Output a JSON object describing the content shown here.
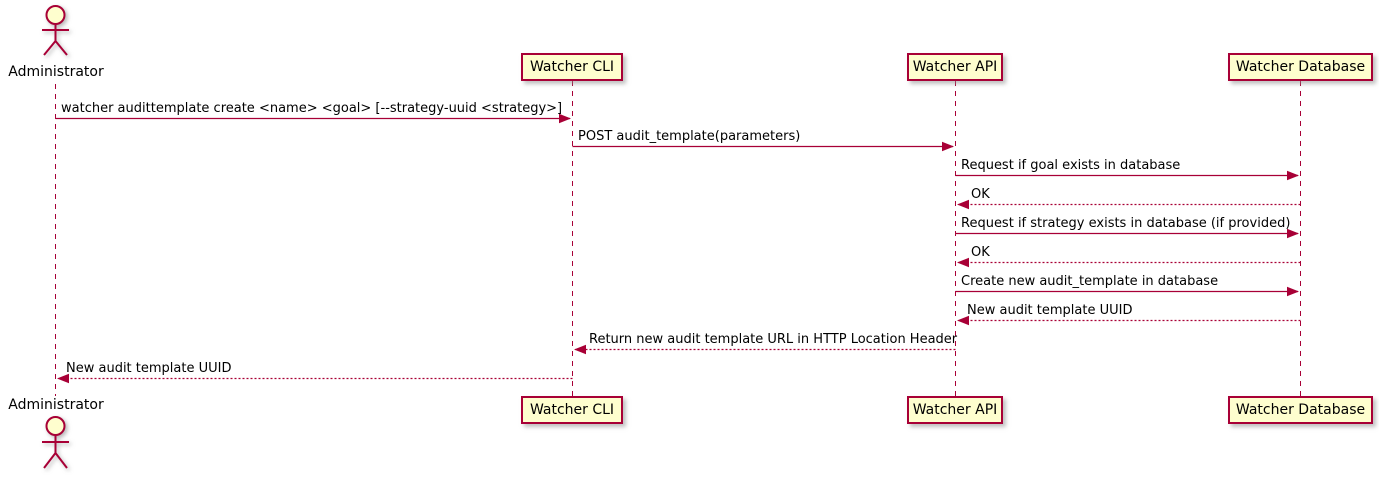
{
  "diagram": {
    "type": "uml-sequence",
    "colors": {
      "stroke": "#A80036",
      "participant_fill": "#FEFECE",
      "text": "#000000",
      "background": "#FFFFFF"
    },
    "actor": {
      "name": "Administrator"
    },
    "participants": [
      {
        "label": "Watcher CLI"
      },
      {
        "label": "Watcher API"
      },
      {
        "label": "Watcher Database"
      }
    ],
    "messages": [
      {
        "from": "Administrator",
        "to": "Watcher CLI",
        "style": "solid",
        "text": "watcher audittemplate create <name> <goal> [--strategy-uuid <strategy>]"
      },
      {
        "from": "Watcher CLI",
        "to": "Watcher API",
        "style": "solid",
        "text": "POST audit_template(parameters)"
      },
      {
        "from": "Watcher API",
        "to": "Watcher Database",
        "style": "solid",
        "text": "Request if goal exists in database"
      },
      {
        "from": "Watcher Database",
        "to": "Watcher API",
        "style": "dashed",
        "text": "OK"
      },
      {
        "from": "Watcher API",
        "to": "Watcher Database",
        "style": "solid",
        "text": "Request if strategy exists in database (if provided)"
      },
      {
        "from": "Watcher Database",
        "to": "Watcher API",
        "style": "dashed",
        "text": "OK"
      },
      {
        "from": "Watcher API",
        "to": "Watcher Database",
        "style": "solid",
        "text": "Create new audit_template in database"
      },
      {
        "from": "Watcher Database",
        "to": "Watcher API",
        "style": "dashed",
        "text": "New audit template UUID"
      },
      {
        "from": "Watcher API",
        "to": "Watcher CLI",
        "style": "dashed",
        "text": "Return new audit template URL in HTTP Location Header"
      },
      {
        "from": "Watcher CLI",
        "to": "Administrator",
        "style": "dashed",
        "text": "New audit template UUID"
      }
    ]
  }
}
